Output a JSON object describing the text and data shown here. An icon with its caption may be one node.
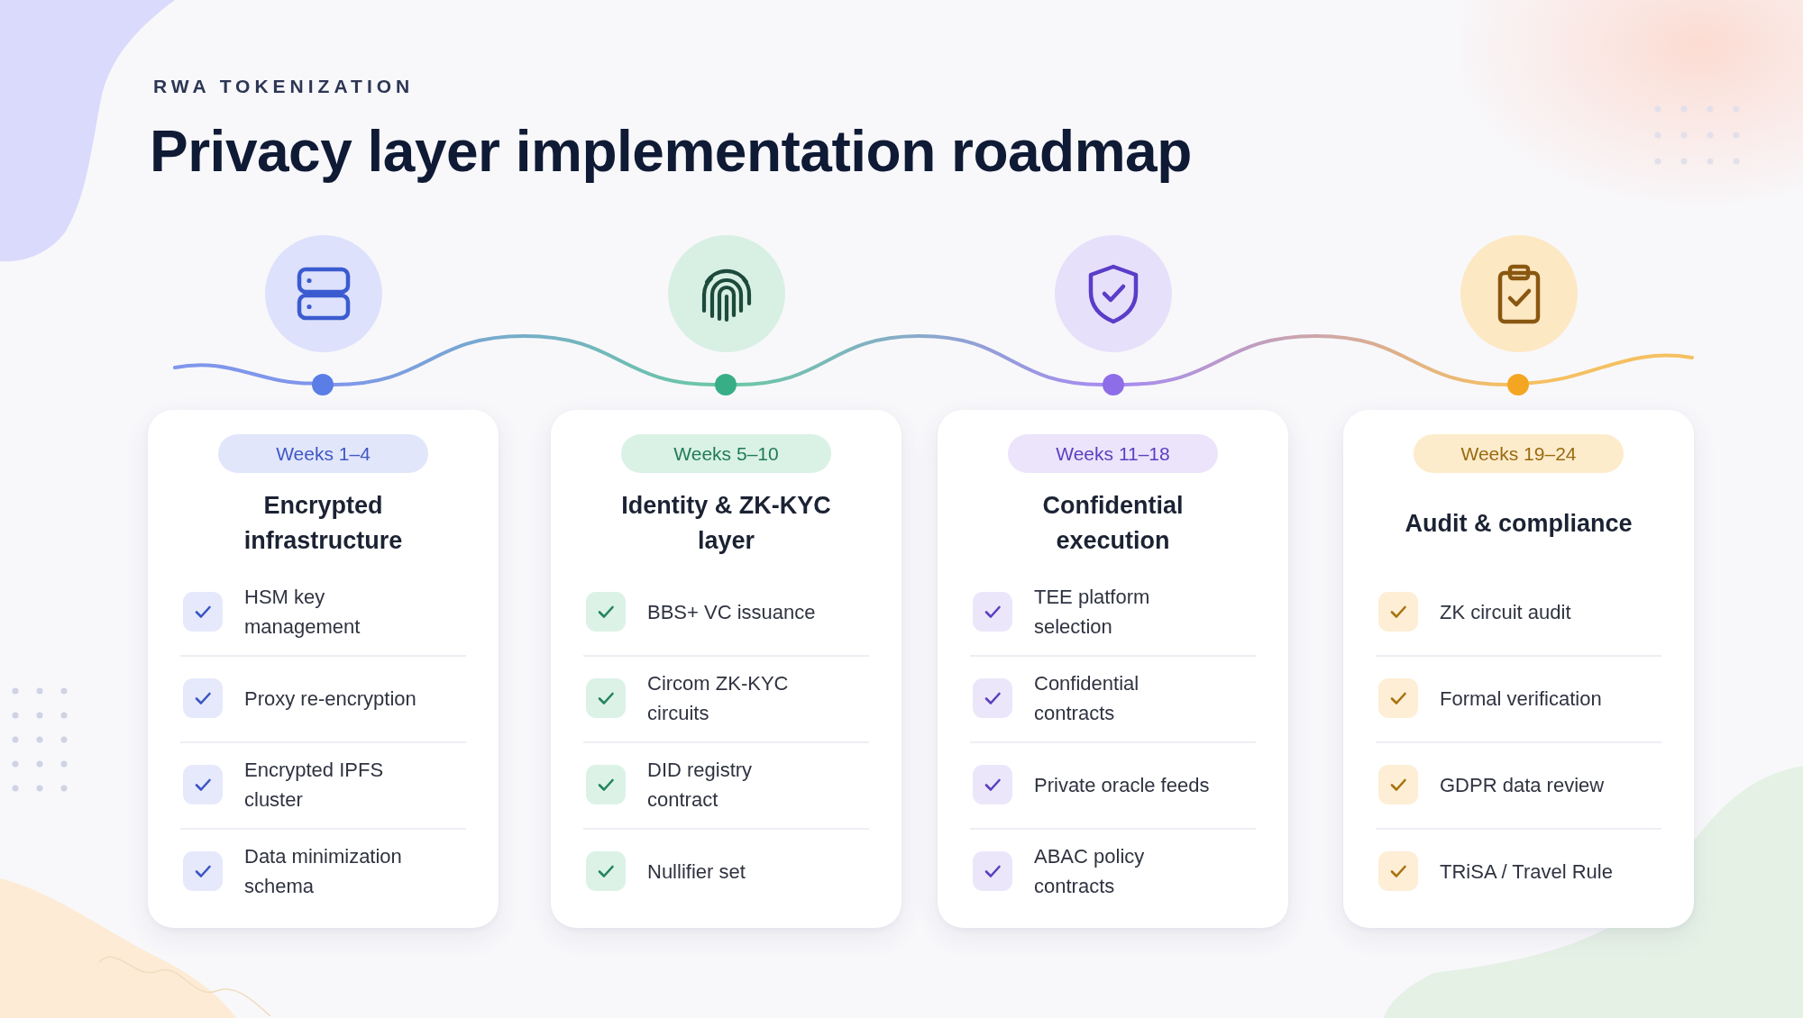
{
  "diagram": {
    "title": "Privacy layer implementation roadmap",
    "nodes": [
      {
        "text": [],
        "shape": "circle"
      },
      {
        "text": [
          "Encrypted infrastructure",
          "HSM key management",
          "Proxy re-encryption",
          "Encrypted IPFS cluster",
          "Data minimization schema"
        ]
      },
      {
        "text": [
          "Weeks 1–4"
        ],
        "in": 1
      },
      {
        "text": [],
        "shape": "circle"
      },
      {
        "text": [
          "Identity & ZK-KYC layer",
          "BBS+ VC issuance",
          "Circom ZK-KYC circuits",
          "DID registry contract",
          "Nullifier set"
        ]
      },
      {
        "text": [
          "Weeks 5–10"
        ],
        "in": 4
      },
      {
        "text": [],
        "shape": "circle"
      },
      {
        "text": [
          "Confidential execution",
          "TEE platform selection",
          "Confidential contracts",
          "Private oracle feeds",
          "ABAC policy contracts"
        ]
      },
      {
        "text": [
          "Weeks 11–18"
        ],
        "in": 7
      },
      {
        "text": [],
        "shape": "circle"
      },
      {
        "text": [
          "Audit & compliance",
          "ZK circuit audit",
          "Formal verification",
          "GDPR data review",
          "TRiSA / Travel Rule"
        ]
      },
      {
        "text": [
          "Weeks 19–24"
        ],
        "in": 10
      }
    ],
    "edges": [
      {
        "from": null,
        "to": 0,
        "arrow": "none"
      },
      {
        "from": 0,
        "to": 3,
        "arrow": "none"
      },
      {
        "from": 3,
        "to": 6,
        "arrow": "none"
      },
      {
        "from": 6,
        "to": 9,
        "arrow": "none"
      },
      {
        "from": 9,
        "to": null,
        "arrow": "none"
      }
    ],
    "labels": [
      "RWA TOKENIZATION"
    ]
  }
}
